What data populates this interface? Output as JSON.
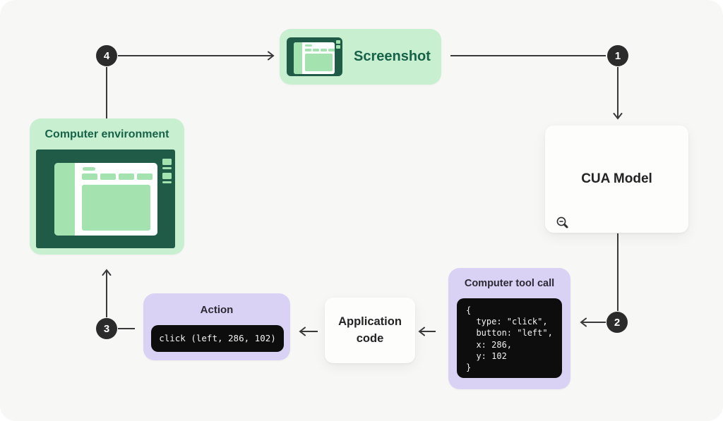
{
  "diagram": {
    "nodes": {
      "screenshot": {
        "label": "Screenshot"
      },
      "cua_model": {
        "label": "CUA Model"
      },
      "computer_tool_call": {
        "title": "Computer tool call",
        "code": "{\n  type: \"click\",\n  button: \"left\",\n  x: 286,\n  y: 102\n}"
      },
      "application_code": {
        "label": "Application code"
      },
      "action": {
        "title": "Action",
        "code": "click (left, 286, 102)"
      },
      "computer_environment": {
        "label": "Computer environment"
      }
    },
    "steps": [
      "1",
      "2",
      "3",
      "4"
    ],
    "icons": {
      "screenshot_node": "browser-window-icon",
      "computer_environment_node": "browser-window-icon",
      "cua_model_node": "zoom-out-magnifier-icon"
    },
    "colors": {
      "background": "#f7f7f5",
      "green_box": "#c8f0d0",
      "green_fill": "#a4e3af",
      "green_screen": "#1f5b47",
      "green_text": "#176249",
      "purple_box": "#d9d2f4",
      "code_background": "#0d0d0d",
      "code_text": "#f2f2f2",
      "step_badge": "#2b2b2b",
      "arrow": "#3a3a3a",
      "white_box": "#fdfdfc"
    }
  }
}
